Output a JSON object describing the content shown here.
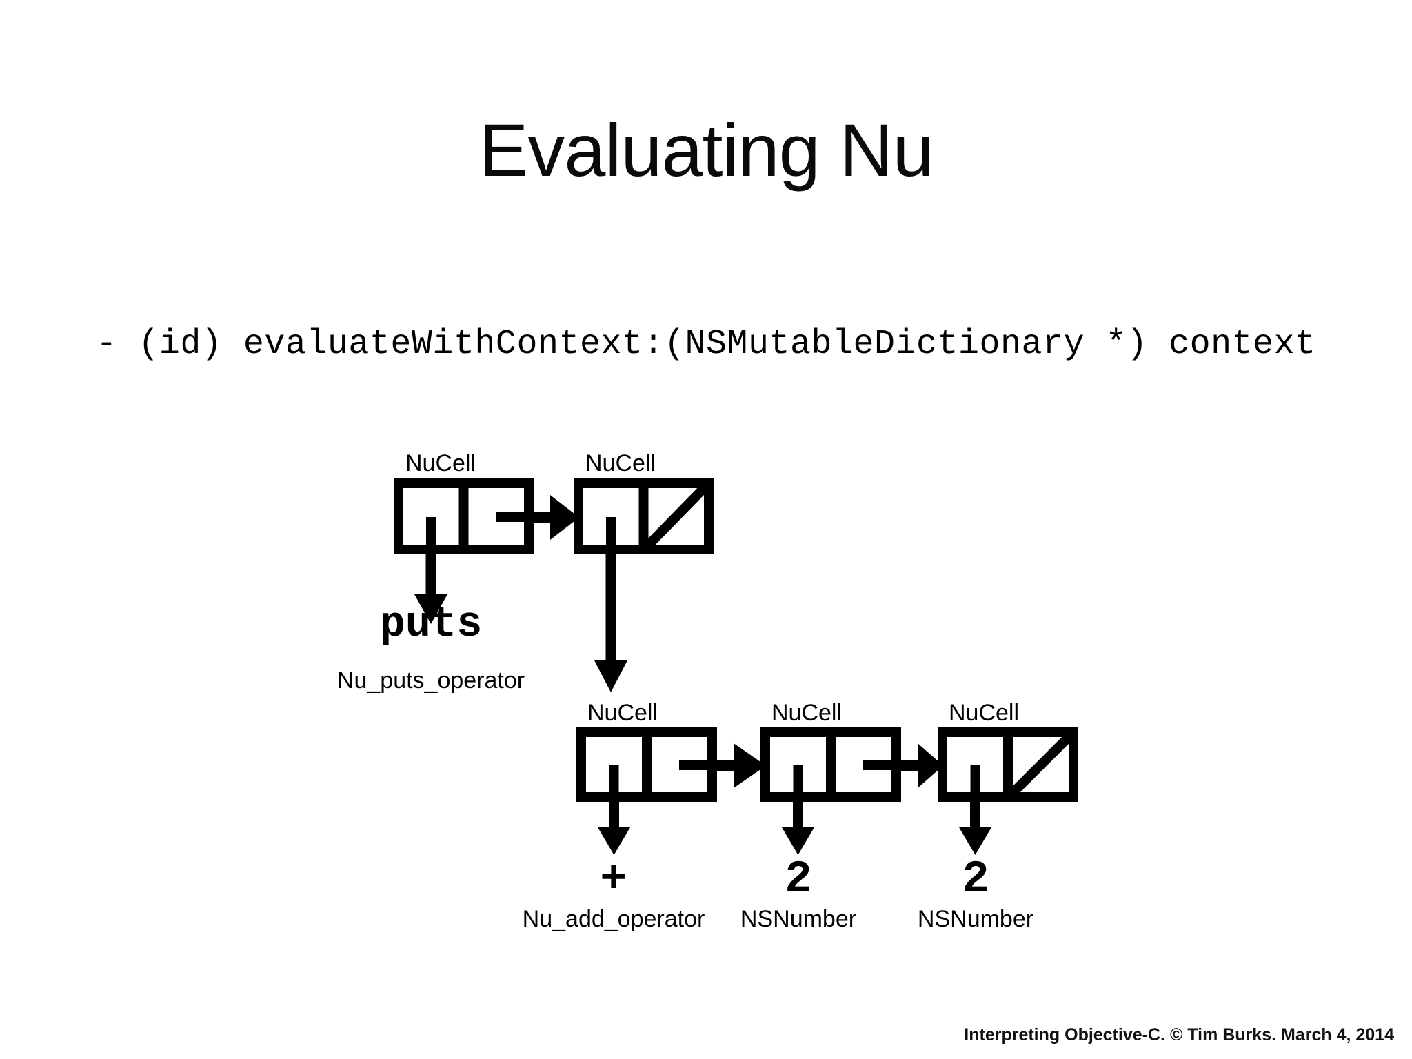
{
  "slide": {
    "title": "Evaluating Nu",
    "code_line": "- (id) evaluateWithContext:(NSMutableDictionary *) context",
    "background_color": "#ffffff",
    "ink_color": "#000000"
  },
  "diagram": {
    "type": "cons-cell-linked-list",
    "row1": {
      "cells": [
        {
          "label": "NuCell",
          "car_points_to": "puts",
          "cdr_points_to": "next-cell"
        },
        {
          "label": "NuCell",
          "car_points_to": "sublist",
          "cdr_points_to": "nil"
        }
      ],
      "car_value": {
        "value": "puts",
        "class": "Nu_puts_operator"
      }
    },
    "row2": {
      "cells": [
        {
          "label": "NuCell",
          "car_points_to": "+",
          "cdr_points_to": "next-cell"
        },
        {
          "label": "NuCell",
          "car_points_to": "2",
          "cdr_points_to": "next-cell"
        },
        {
          "label": "NuCell",
          "car_points_to": "2",
          "cdr_points_to": "nil"
        }
      ],
      "car_values": [
        {
          "value": "+",
          "class": "Nu_add_operator"
        },
        {
          "value": "2",
          "class": "NSNumber"
        },
        {
          "value": "2",
          "class": "NSNumber"
        }
      ]
    }
  },
  "footer": {
    "text": "Interpreting Objective-C. © Tim Burks. March 4, 2014"
  }
}
